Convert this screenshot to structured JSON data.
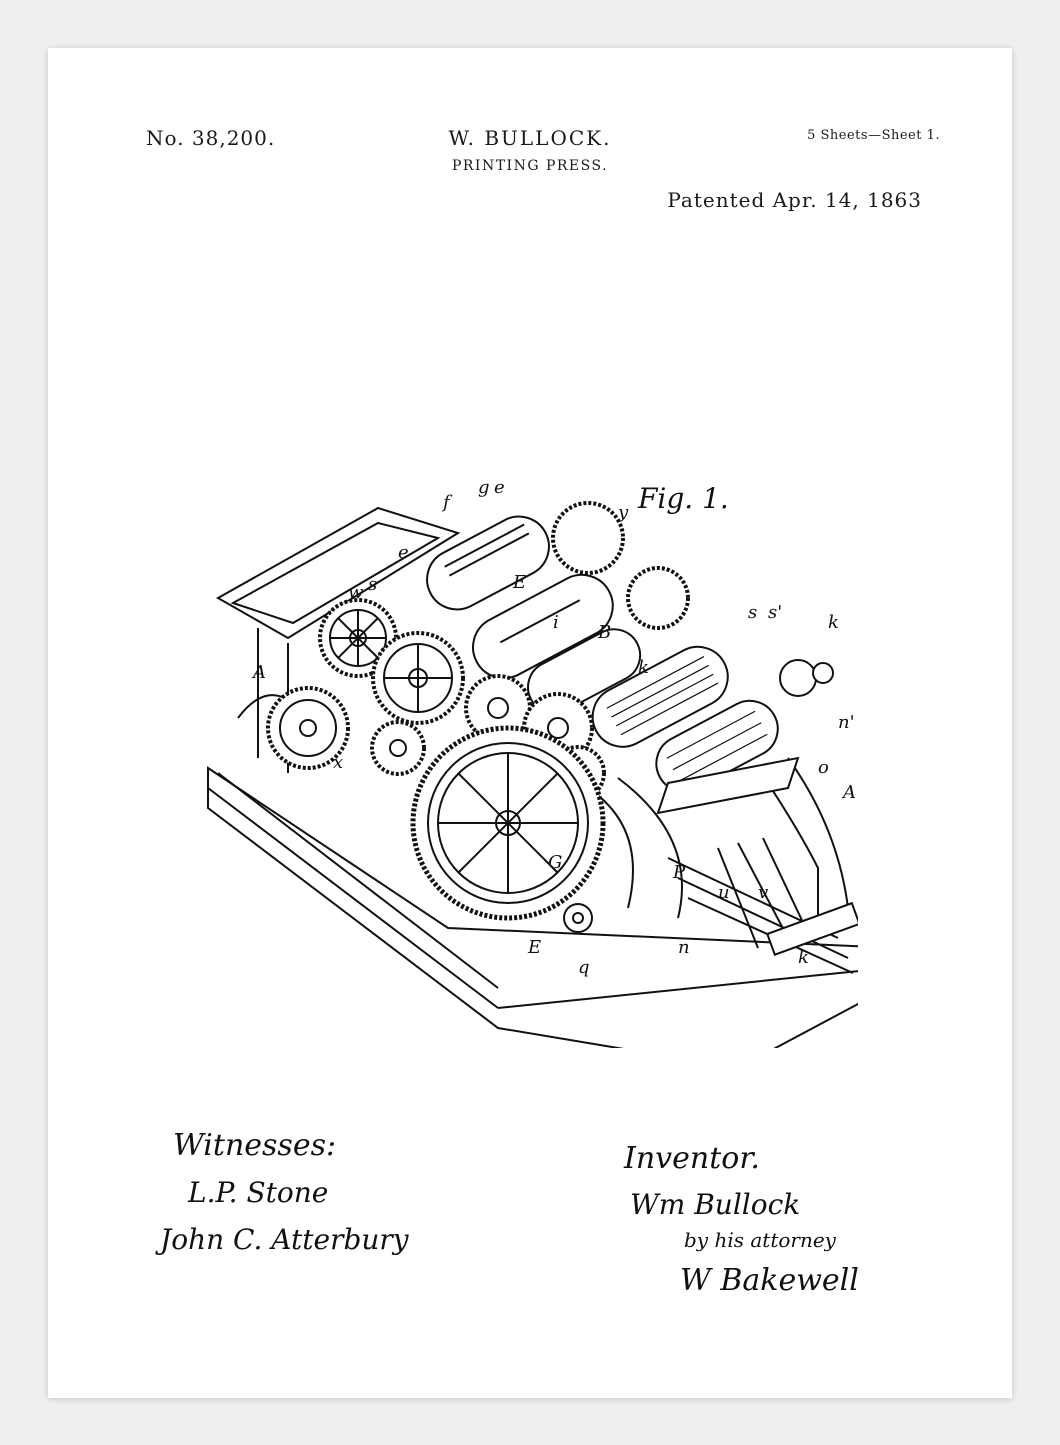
{
  "header": {
    "patent_number": "No. 38,200.",
    "inventor": "W. BULLOCK.",
    "title": "PRINTING PRESS.",
    "sheets": "5 Sheets—Sheet 1.",
    "patented": "Patented Apr. 14, 1863"
  },
  "drawing": {
    "figure_label": "Fig. 1.",
    "part_letters": [
      "g",
      "e",
      "f",
      "y",
      "E",
      "w",
      "s",
      "e",
      "A",
      "B",
      "i",
      "k",
      "s",
      "s'",
      "k",
      "n'",
      "o",
      "A",
      "P",
      "u",
      "v",
      "x",
      "G",
      "E",
      "q",
      "n",
      "k"
    ]
  },
  "signatures": {
    "witnesses_label": "Witnesses:",
    "witness_1": "L.P. Stone",
    "witness_2": "John C. Atterbury",
    "inventor_label": "Inventor.",
    "inventor_signature": "Wm Bullock",
    "by_line": "by his attorney",
    "attorney_signature": "W Bakewell"
  }
}
